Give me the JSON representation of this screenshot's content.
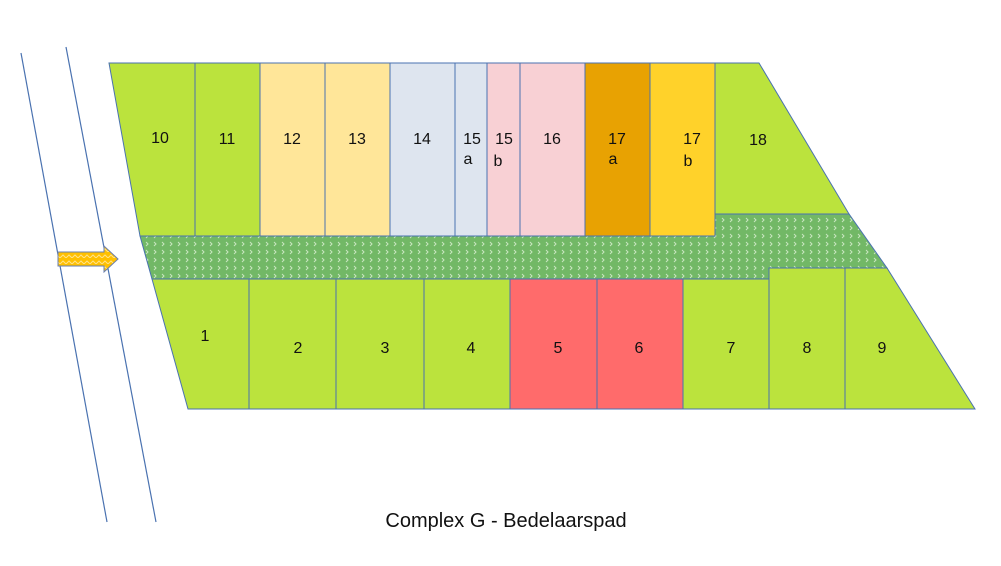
{
  "caption": "Complex G - Bedelaarspad",
  "colors": {
    "green": "#BBE33D",
    "light_yellow": "#FFE699",
    "light_blue": "#DEE5EF",
    "light_pink": "#F8D0D4",
    "orange": "#E8A202",
    "gold": "#FFD22A",
    "red": "#FF6B6B",
    "path": "#72B866",
    "outline": "#4A72B0"
  },
  "plots": {
    "p10": "10",
    "p11": "11",
    "p12": "12",
    "p13": "13",
    "p14": "14",
    "p15a_1": "15",
    "p15a_2": "a",
    "p15b_1": "15",
    "p15b_2": "b",
    "p16": "16",
    "p17a_1": "17",
    "p17a_2": "a",
    "p17b_1": "17",
    "p17b_2": "b",
    "p18": "18",
    "p1": "1",
    "p2": "2",
    "p3": "3",
    "p4": "4",
    "p5": "5",
    "p6": "6",
    "p7": "7",
    "p8": "8",
    "p9": "9"
  }
}
